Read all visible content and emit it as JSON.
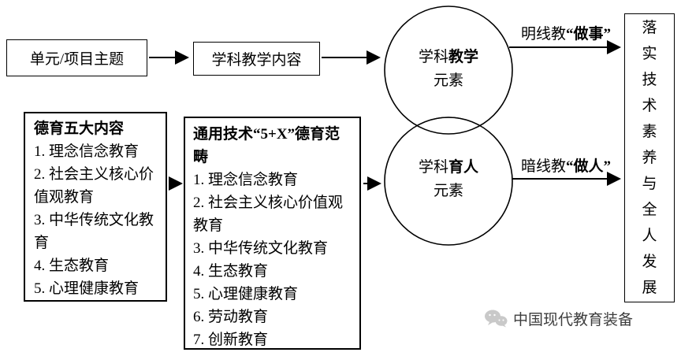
{
  "flow": {
    "unit_box": "单元/项目主题",
    "content_box": "学科教学内容",
    "circle_top": {
      "prefix": "学科",
      "bold": "教学",
      "line2": "元素"
    },
    "circle_bottom": {
      "prefix": "学科",
      "bold": "育人",
      "line2": "元素"
    },
    "top_arrow_label": {
      "prefix": "明线教",
      "bold": "“做事”"
    },
    "bottom_arrow_label": {
      "prefix": "暗线教",
      "bold": "“做人”"
    },
    "right_box": "落实技术素养与全人发展"
  },
  "moral_content_box": {
    "header": "德育五大内容",
    "items": [
      "1. 理念信念教育",
      "2. 社会主义核心价值观教育",
      "3. 中华传统文化教育",
      "4. 生态教育",
      "5. 心理健康教育"
    ]
  },
  "tech_moral_box": {
    "header": "通用技术“5+X”德育范畴",
    "items": [
      "1. 理念信念教育",
      "2. 社会主义核心价值观教育",
      "3. 中华传统文化教育",
      "4. 生态教育",
      "5. 心理健康教育",
      "6. 劳动教育",
      "7. 创新教育"
    ]
  },
  "footer": {
    "brand": "中国现代教育装备"
  },
  "colors": {
    "line": "#000000",
    "footer_icon": "#c9c9c9"
  }
}
